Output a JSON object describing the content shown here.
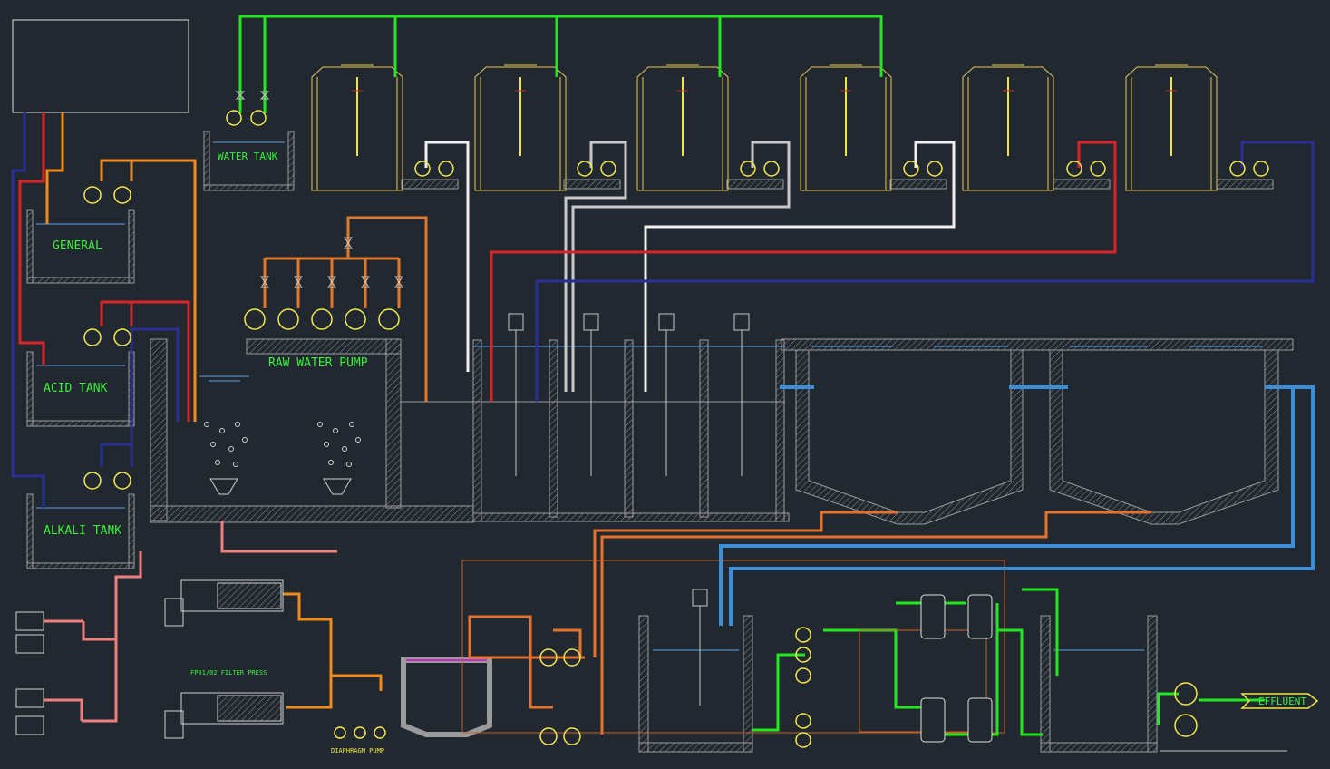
{
  "labels": {
    "water_tank": "WATER TANK",
    "general": "GENERAL",
    "acid_tank": "ACID TANK",
    "alkali_tank": "ALKALI TANK",
    "raw_water_pump": "RAW WATER PUMP",
    "filter_press": "FP01/02 FILTER PRESS",
    "diaphragm_pump": "DIAPHRAGM PUMP",
    "effluent": "EFFLUENT"
  },
  "colors": {
    "background": "#212830",
    "structure": "#9a9a9a",
    "green_pipe": "#22e61e",
    "white_pipe": "#f0f0f0",
    "grey_pipe": "#c8c8c8",
    "red_pipe": "#d8232a",
    "navy_pipe": "#2a2f95",
    "orange_pipe": "#f08b1e",
    "sludge_pipe": "#e8722c",
    "pink_pipe": "#ee7f7f",
    "blue_pipe": "#3a8fd8",
    "tank_outline": "#e6c85a",
    "pump": "#f5e84a",
    "label": "#3cf03c"
  }
}
